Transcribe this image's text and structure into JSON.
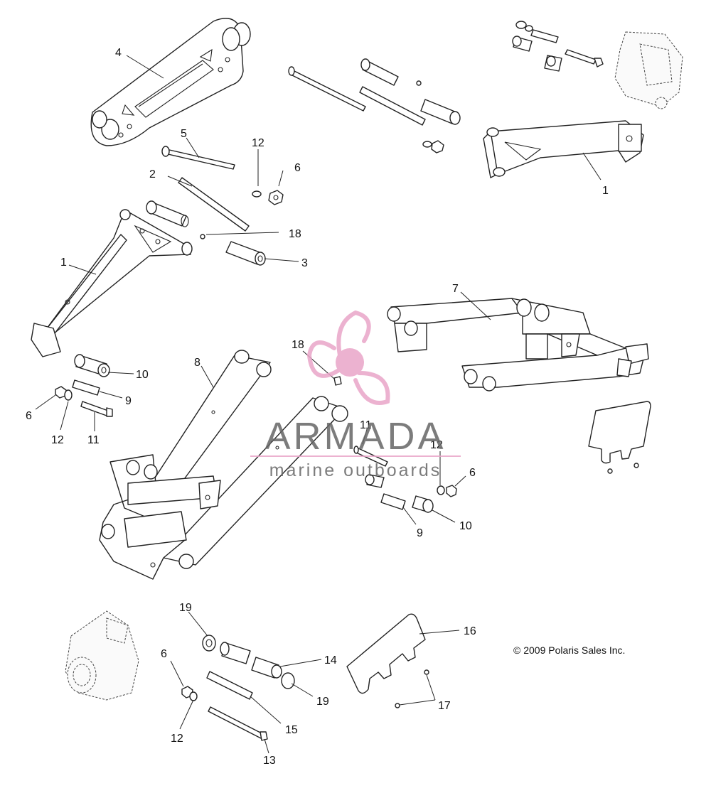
{
  "labels": {
    "l1a": "1",
    "l1b": "1",
    "l2": "2",
    "l3": "3",
    "l4": "4",
    "l5": "5",
    "l6a": "6",
    "l6b": "6",
    "l6c": "6",
    "l6d": "6",
    "l7": "7",
    "l8": "8",
    "l9a": "9",
    "l9b": "9",
    "l10a": "10",
    "l10b": "10",
    "l11a": "11",
    "l11b": "11",
    "l12a": "12",
    "l12b": "12",
    "l12c": "12",
    "l12d": "12",
    "l13": "13",
    "l14": "14",
    "l15": "15",
    "l16": "16",
    "l17": "17",
    "l18a": "18",
    "l18b": "18",
    "l19a": "19",
    "l19b": "19"
  },
  "copyright": "© 2009 Polaris Sales Inc.",
  "watermark": {
    "brand": "ARMADA",
    "tagline": "marine outboards",
    "brand_color": "#e9a5c8",
    "text_color": "#666666"
  }
}
